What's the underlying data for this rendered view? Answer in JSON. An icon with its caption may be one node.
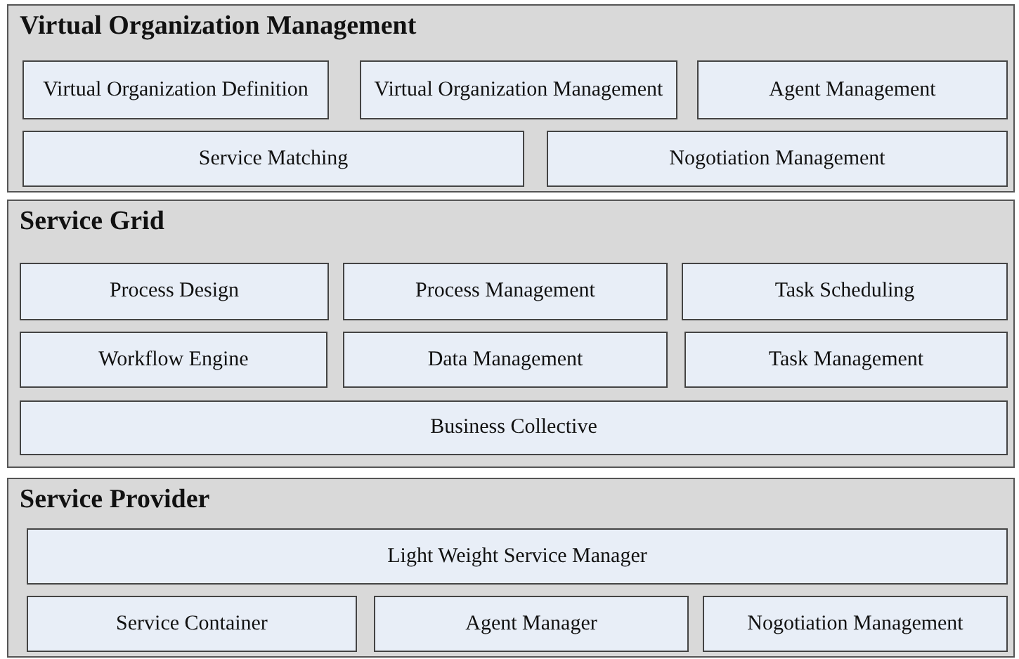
{
  "diagram": {
    "nodes": [
      {
        "text": [
          "Virtual Organization Management"
        ]
      },
      {
        "text": [
          "Virtual Organization Definition"
        ],
        "in": 0
      },
      {
        "text": [
          "Virtual Organization Management"
        ],
        "in": 0
      },
      {
        "text": [
          "Agent  Management"
        ],
        "in": 0
      },
      {
        "text": [
          "Service Matching"
        ],
        "in": 0
      },
      {
        "text": [
          "Nogotiation  Management"
        ],
        "in": 0
      },
      {
        "text": [
          "Service Grid"
        ]
      },
      {
        "text": [
          "Process Design"
        ],
        "in": 6
      },
      {
        "text": [
          "Process Management"
        ],
        "in": 6
      },
      {
        "text": [
          "Task Scheduling"
        ],
        "in": 6
      },
      {
        "text": [
          "Workflow Engine"
        ],
        "in": 6
      },
      {
        "text": [
          "Data Management"
        ],
        "in": 6
      },
      {
        "text": [
          "Task Management"
        ],
        "in": 6
      },
      {
        "text": [
          "Business Collective"
        ],
        "in": 6
      },
      {
        "text": [
          "Service Provider"
        ]
      },
      {
        "text": [
          "Light Weight Service Manager"
        ],
        "in": 14
      },
      {
        "text": [
          "Service Container"
        ],
        "in": 14
      },
      {
        "text": [
          "Agent Manager"
        ],
        "in": 14
      },
      {
        "text": [
          "Nogotiation Management"
        ],
        "in": 14
      }
    ]
  }
}
